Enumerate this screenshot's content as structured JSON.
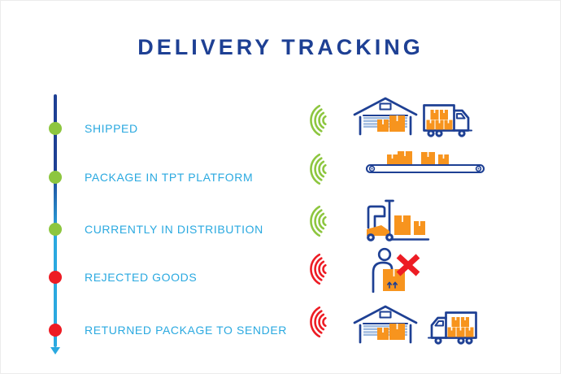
{
  "title": "DELIVERY TRACKING",
  "colors": {
    "navy": "#1e4094",
    "light_blue": "#2aa9e0",
    "green": "#8dc63f",
    "red": "#ed1c24",
    "orange": "#f7941e",
    "door_stripe": "#9db9de",
    "background": "#ffffff"
  },
  "timeline": {
    "shape": "vertical-line-with-down-arrow",
    "rows": [
      {
        "label": "SHIPPED",
        "status": "completed",
        "dot_color": "#8dc63f",
        "signal_icon": "signal-waves-icon",
        "illustrations": [
          "warehouse-icon",
          "loaded-truck-right-icon"
        ]
      },
      {
        "label": "PACKAGE IN TPT PLATFORM",
        "status": "completed",
        "dot_color": "#8dc63f",
        "signal_icon": "signal-waves-icon",
        "illustrations": [
          "conveyor-belt-icon"
        ]
      },
      {
        "label": "CURRENTLY IN DISTRIBUTION",
        "status": "completed",
        "dot_color": "#8dc63f",
        "signal_icon": "signal-waves-icon",
        "illustrations": [
          "forklift-icon"
        ]
      },
      {
        "label": "REJECTED GOODS",
        "status": "rejected",
        "dot_color": "#ed1c24",
        "signal_icon": "signal-waves-icon",
        "illustrations": [
          "person-rejecting-package-icon"
        ]
      },
      {
        "label": "RETURNED PACKAGE TO SENDER",
        "status": "rejected",
        "dot_color": "#ed1c24",
        "signal_icon": "signal-waves-icon",
        "illustrations": [
          "warehouse-icon",
          "loaded-truck-left-icon"
        ]
      }
    ]
  }
}
